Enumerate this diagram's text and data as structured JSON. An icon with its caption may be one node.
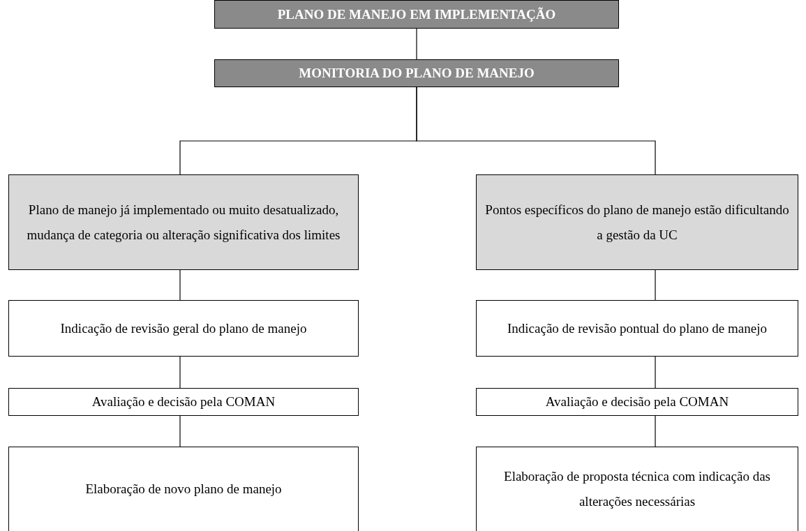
{
  "diagram": {
    "nodes": [
      {
        "text": [
          "PLANO DE MANEJO EM IMPLEMENTAÇÃO"
        ]
      },
      {
        "text": [
          "MONITORIA DO PLANO DE MANEJO"
        ]
      },
      {
        "text": [
          "Plano de manejo já implementado ou muito desatualizado, mudança de categoria ou alteração significativa dos limites"
        ]
      },
      {
        "text": [
          "Pontos específicos do plano de manejo estão dificultando a gestão da UC"
        ]
      },
      {
        "text": [
          "Indicação de revisão geral do plano de manejo"
        ]
      },
      {
        "text": [
          "Indicação de revisão pontual do plano de manejo"
        ]
      },
      {
        "text": [
          "Avaliação e decisão pela COMAN"
        ]
      },
      {
        "text": [
          "Avaliação e decisão pela COMAN"
        ]
      },
      {
        "text": [
          "Elaboração de novo plano de manejo"
        ]
      },
      {
        "text": [
          "Elaboração de proposta técnica com indicação das alterações necessárias"
        ]
      }
    ],
    "edges": [
      {
        "from": 0,
        "to": 1,
        "arrow": "none"
      },
      {
        "from": 1,
        "to": 2,
        "arrow": "none"
      },
      {
        "from": 1,
        "to": 3,
        "arrow": "none"
      },
      {
        "from": 2,
        "to": 4,
        "arrow": "none"
      },
      {
        "from": 4,
        "to": 6,
        "arrow": "none"
      },
      {
        "from": 6,
        "to": 8,
        "arrow": "none"
      },
      {
        "from": 3,
        "to": 5,
        "arrow": "none"
      },
      {
        "from": 5,
        "to": 7,
        "arrow": "none"
      },
      {
        "from": 7,
        "to": 9,
        "arrow": "none"
      }
    ]
  }
}
